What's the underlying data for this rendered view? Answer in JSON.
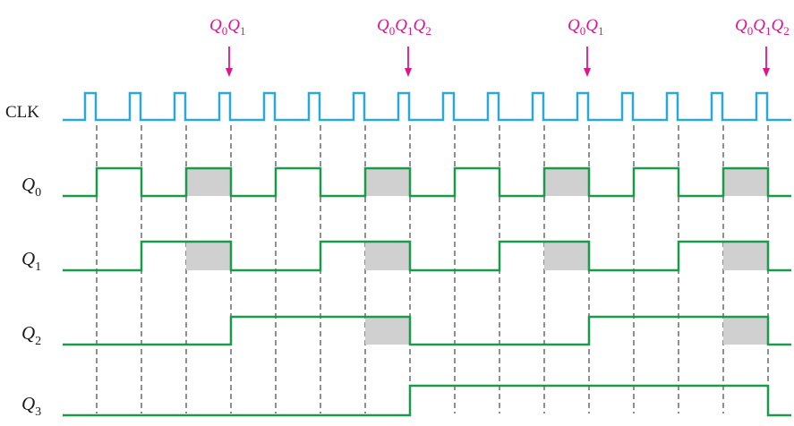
{
  "colors": {
    "clock": "#2aa9d8",
    "signal": "#1a9a4a",
    "annotation": "#e0148a",
    "shade": "#d0d0d0",
    "grid": "#222222",
    "text": "#1a1a1a"
  },
  "clock": {
    "label": "CLK",
    "pulses": 16
  },
  "signals": [
    {
      "name": "Q",
      "sub": "0",
      "levels": [
        0,
        1,
        0,
        1,
        0,
        1,
        0,
        1,
        0,
        1,
        0,
        1,
        0,
        1,
        0,
        1,
        0
      ],
      "shaded": [
        3,
        7,
        11,
        15
      ]
    },
    {
      "name": "Q",
      "sub": "1",
      "levels": [
        0,
        0,
        1,
        1,
        0,
        0,
        1,
        1,
        0,
        0,
        1,
        1,
        0,
        0,
        1,
        1,
        0
      ],
      "shaded": [
        3,
        7,
        11,
        15
      ]
    },
    {
      "name": "Q",
      "sub": "2",
      "levels": [
        0,
        0,
        0,
        0,
        1,
        1,
        1,
        1,
        0,
        0,
        0,
        0,
        1,
        1,
        1,
        1,
        0
      ],
      "shaded": [
        7,
        15
      ]
    },
    {
      "name": "Q",
      "sub": "3",
      "levels": [
        0,
        0,
        0,
        0,
        0,
        0,
        0,
        0,
        1,
        1,
        1,
        1,
        1,
        1,
        1,
        1,
        0
      ],
      "shaded": []
    }
  ],
  "annotations": [
    {
      "pulse": 3,
      "terms": [
        {
          "v": "Q",
          "s": "0"
        },
        {
          "v": "Q",
          "s": "1"
        }
      ]
    },
    {
      "pulse": 7,
      "terms": [
        {
          "v": "Q",
          "s": "0"
        },
        {
          "v": "Q",
          "s": "1"
        },
        {
          "v": "Q",
          "s": "2"
        }
      ]
    },
    {
      "pulse": 11,
      "terms": [
        {
          "v": "Q",
          "s": "0"
        },
        {
          "v": "Q",
          "s": "1"
        }
      ]
    },
    {
      "pulse": 15,
      "terms": [
        {
          "v": "Q",
          "s": "0"
        },
        {
          "v": "Q",
          "s": "1"
        },
        {
          "v": "Q",
          "s": "2"
        }
      ]
    }
  ]
}
